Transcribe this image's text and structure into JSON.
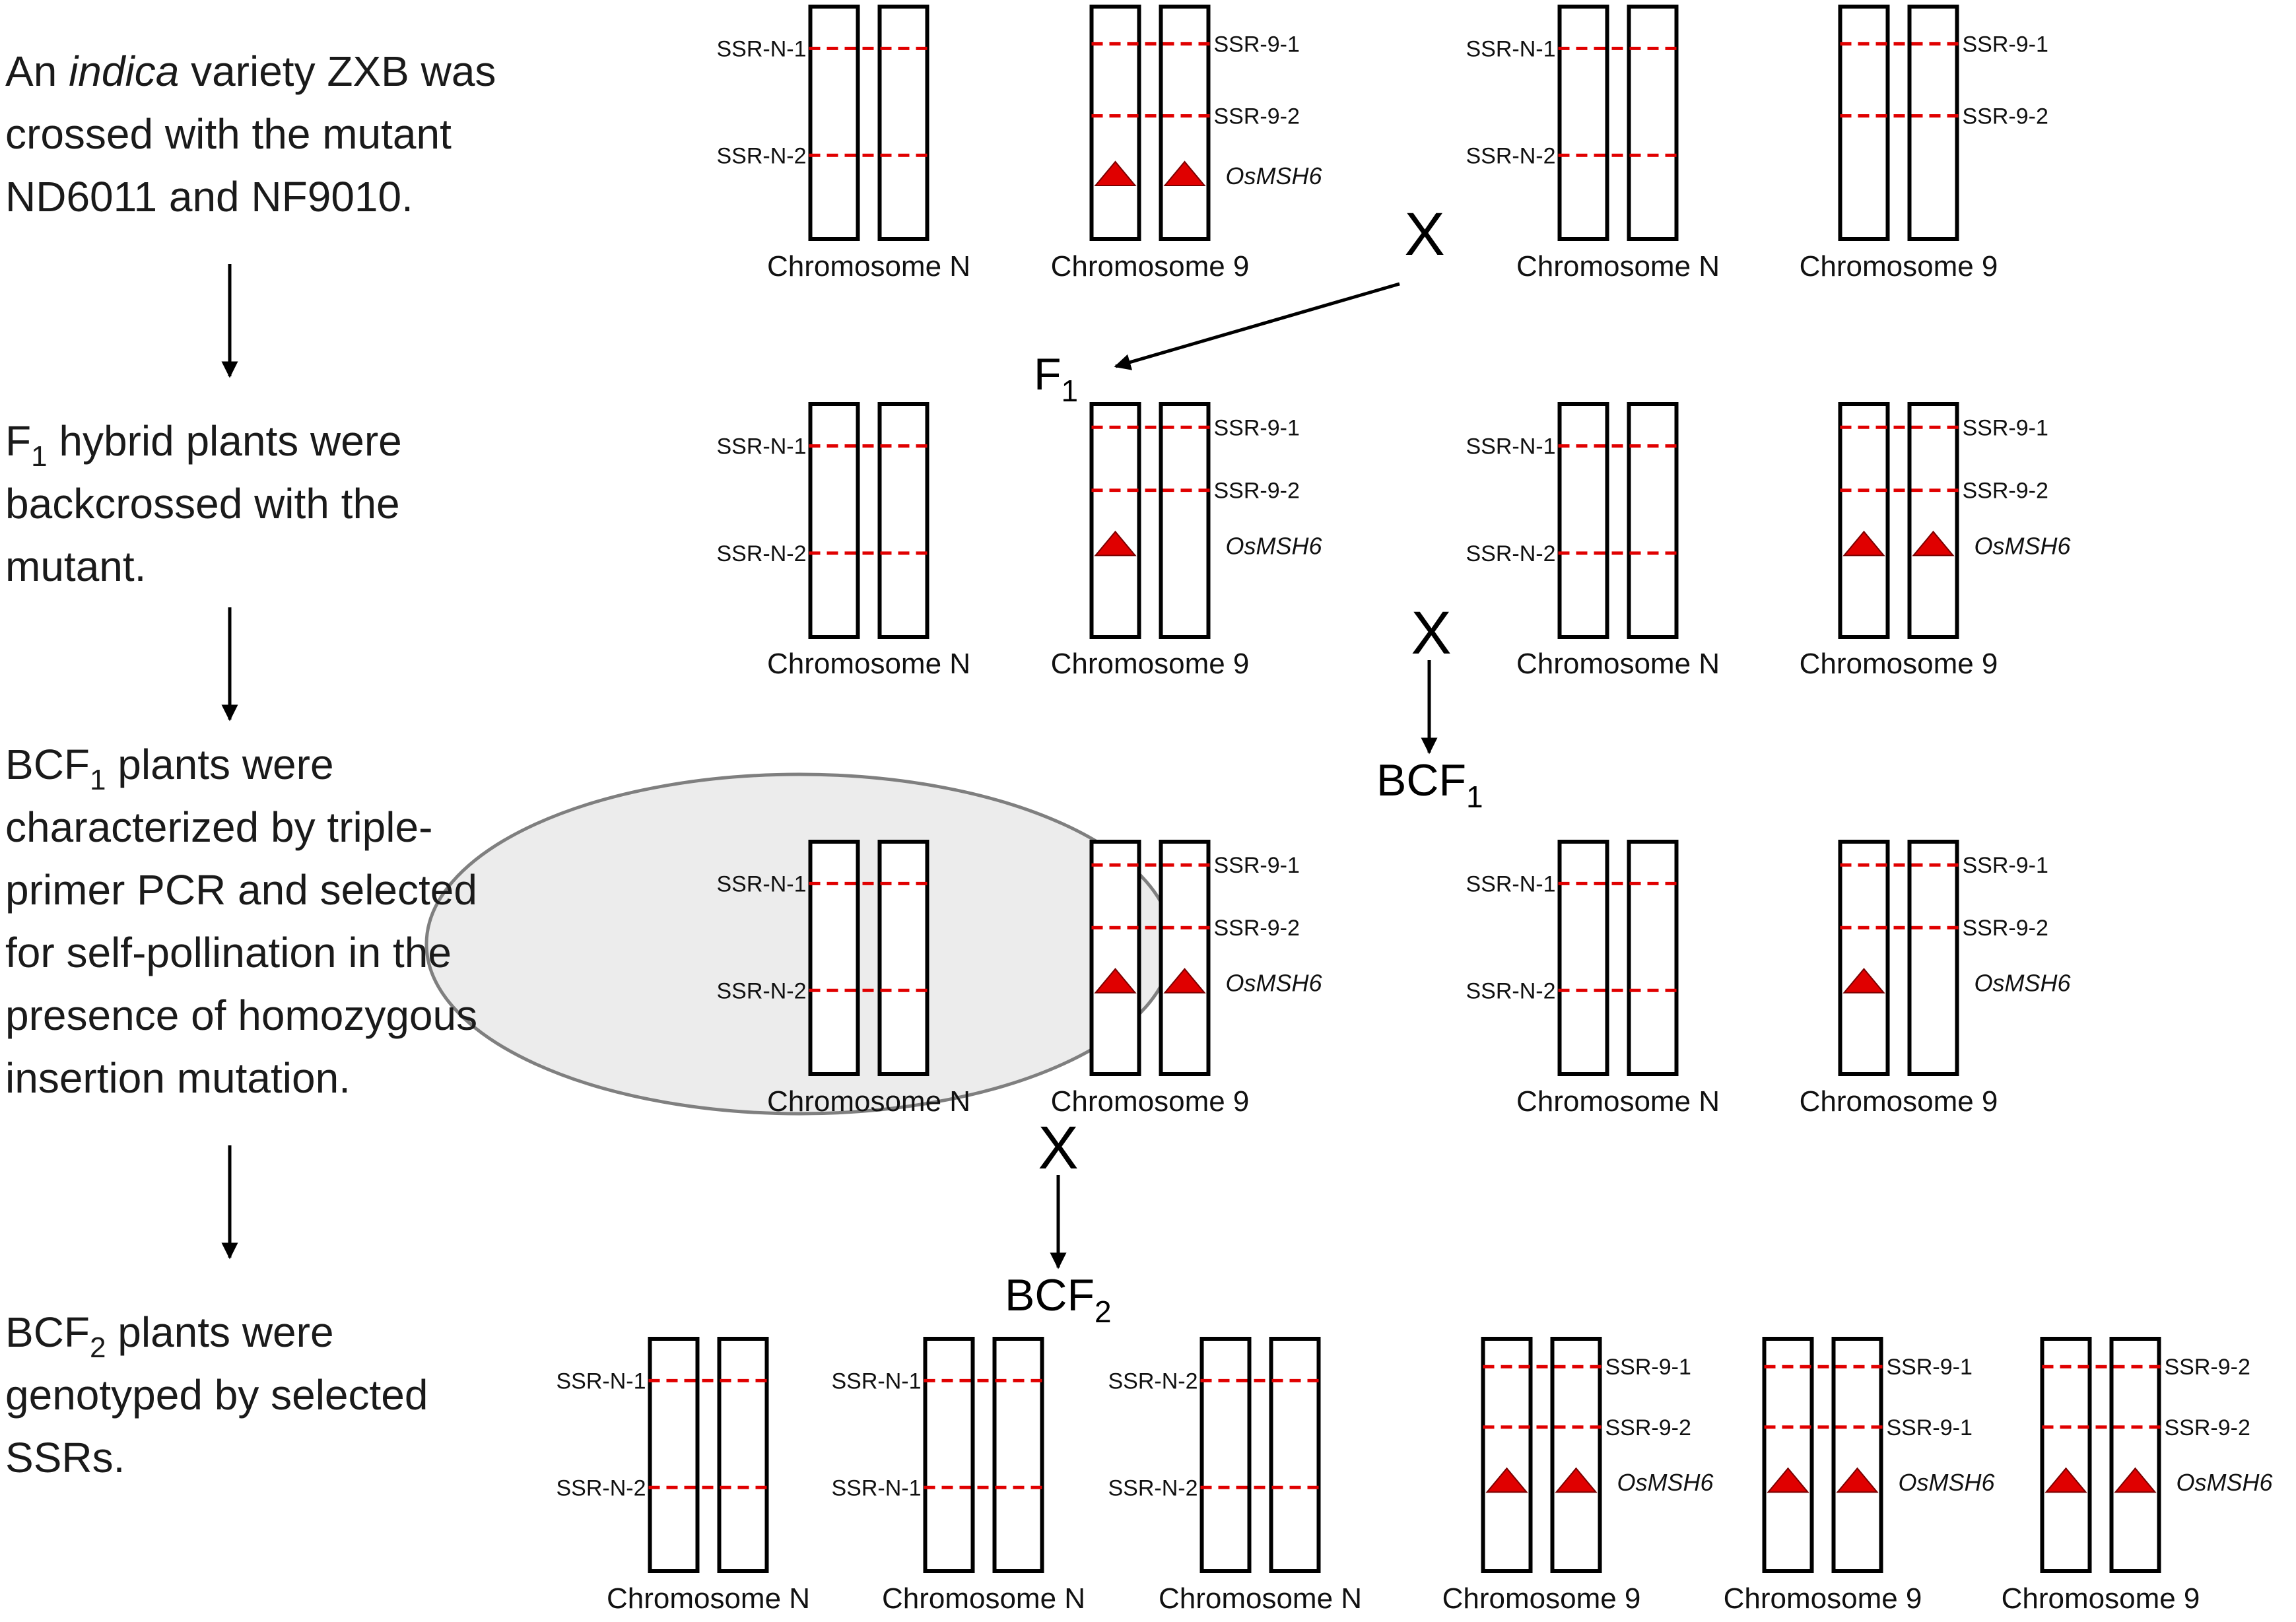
{
  "steps": [
    {
      "lines": [
        [
          {
            "t": "An "
          },
          {
            "t": "indica",
            "i": true
          },
          {
            "t": " variety ZXB was"
          }
        ],
        [
          {
            "t": "crossed with the mutant"
          }
        ],
        [
          {
            "t": "ND6011 and NF9010."
          }
        ]
      ]
    },
    {
      "lines": [
        [
          {
            "t": "F"
          },
          {
            "t": "1",
            "sub": true
          },
          {
            "t": " hybrid plants were"
          }
        ],
        [
          {
            "t": "backcrossed with the"
          }
        ],
        [
          {
            "t": "mutant."
          }
        ]
      ]
    },
    {
      "lines": [
        [
          {
            "t": "BCF"
          },
          {
            "t": "1",
            "sub": true
          },
          {
            "t": " plants were"
          }
        ],
        [
          {
            "t": "characterized by triple-"
          }
        ],
        [
          {
            "t": "primer PCR and selected"
          }
        ],
        [
          {
            "t": "for self-pollination in the"
          }
        ],
        [
          {
            "t": "presence of homozygous"
          }
        ],
        [
          {
            "t": "insertion mutation."
          }
        ]
      ]
    },
    {
      "lines": [
        [
          {
            "t": "BCF"
          },
          {
            "t": "2",
            "sub": true
          },
          {
            "t": " plants were"
          }
        ],
        [
          {
            "t": "genotyped by selected"
          }
        ],
        [
          {
            "t": "SSRs."
          }
        ]
      ]
    }
  ],
  "labels": {
    "cross_symbol": "X",
    "f1": {
      "base": "F",
      "sub": "1"
    },
    "bcf1": {
      "base": "BCF",
      "sub": "1"
    },
    "bcf2": {
      "base": "BCF",
      "sub": "2"
    }
  },
  "pairs": [
    {
      "row": 0,
      "title": "Chromosome N",
      "markers_left": [
        "SSR-N-1",
        "SSR-N-2"
      ],
      "insertion_count": 0
    },
    {
      "row": 0,
      "title": "Chromosome 9",
      "markers_right": [
        "SSR-9-1",
        "SSR-9-2"
      ],
      "gene": "OsMSH6",
      "insertion_count": 2
    },
    {
      "row": 0,
      "title": "Chromosome N",
      "markers_left": [
        "SSR-N-1",
        "SSR-N-2"
      ],
      "insertion_count": 0
    },
    {
      "row": 0,
      "title": "Chromosome 9",
      "markers_right": [
        "SSR-9-1",
        "SSR-9-2"
      ],
      "insertion_count": 0
    },
    {
      "row": 1,
      "title": "Chromosome N",
      "markers_left": [
        "SSR-N-1",
        "SSR-N-2"
      ],
      "insertion_count": 0
    },
    {
      "row": 1,
      "title": "Chromosome 9",
      "markers_right": [
        "SSR-9-1",
        "SSR-9-2"
      ],
      "gene": "OsMSH6",
      "insertion_count": 1
    },
    {
      "row": 1,
      "title": "Chromosome N",
      "markers_left": [
        "SSR-N-1",
        "SSR-N-2"
      ],
      "insertion_count": 0
    },
    {
      "row": 1,
      "title": "Chromosome 9",
      "markers_right": [
        "SSR-9-1",
        "SSR-9-2"
      ],
      "gene": "OsMSH6",
      "insertion_count": 2
    },
    {
      "row": 2,
      "title": "Chromosome N",
      "markers_left": [
        "SSR-N-1",
        "SSR-N-2"
      ],
      "insertion_count": 0
    },
    {
      "row": 2,
      "title": "Chromosome 9",
      "markers_right": [
        "SSR-9-1",
        "SSR-9-2"
      ],
      "gene": "OsMSH6",
      "insertion_count": 2
    },
    {
      "row": 2,
      "title": "Chromosome N",
      "markers_left": [
        "SSR-N-1",
        "SSR-N-2"
      ],
      "insertion_count": 0
    },
    {
      "row": 2,
      "title": "Chromosome 9",
      "markers_right": [
        "SSR-9-1",
        "SSR-9-2"
      ],
      "gene": "OsMSH6",
      "insertion_count": 1
    },
    {
      "row": 3,
      "title": "Chromosome N",
      "markers_left": [
        "SSR-N-1",
        "SSR-N-2"
      ],
      "insertion_count": 0
    },
    {
      "row": 3,
      "title": "Chromosome N",
      "markers_left": [
        "SSR-N-1",
        "SSR-N-1"
      ],
      "insertion_count": 0
    },
    {
      "row": 3,
      "title": "Chromosome N",
      "markers_left": [
        "SSR-N-2",
        "SSR-N-2"
      ],
      "insertion_count": 0
    },
    {
      "row": 3,
      "title": "Chromosome 9",
      "markers_right": [
        "SSR-9-1",
        "SSR-9-2"
      ],
      "gene": "OsMSH6",
      "insertion_count": 2
    },
    {
      "row": 3,
      "title": "Chromosome 9",
      "markers_right": [
        "SSR-9-1",
        "SSR-9-1"
      ],
      "gene": "OsMSH6",
      "insertion_count": 2
    },
    {
      "row": 3,
      "title": "Chromosome 9",
      "markers_right": [
        "SSR-9-2",
        "SSR-9-2"
      ],
      "gene": "OsMSH6",
      "insertion_count": 2
    }
  ],
  "colors": {
    "marker": "#e00000",
    "insertion": "#e00000",
    "highlight_fill": "#ececec",
    "highlight_stroke": "#7f7f7f"
  }
}
